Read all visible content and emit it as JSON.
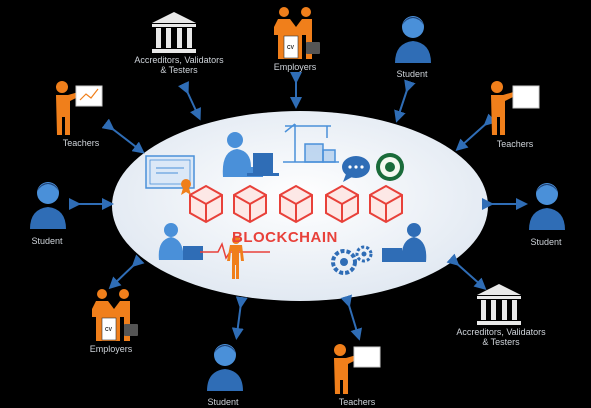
{
  "center": {
    "label": "BLOCKCHAIN"
  },
  "nodes": {
    "accreditors_top": {
      "line1": "Accreditors, Validators",
      "line2": "& Testers"
    },
    "employers_top": {
      "label": "Employers",
      "cv": "CV"
    },
    "student_top_right": {
      "label": "Student"
    },
    "teachers_left": {
      "label": "Teachers"
    },
    "teachers_right": {
      "label": "Teachers"
    },
    "student_left": {
      "label": "Student"
    },
    "student_right": {
      "label": "Student"
    },
    "employers_bottom": {
      "label": "Employers",
      "cv": "CV"
    },
    "student_bottom": {
      "label": "Student"
    },
    "teachers_bottom": {
      "label": "Teachers"
    },
    "accreditors_bottom": {
      "line1": "Accreditors, Validators",
      "line2": "& Testers"
    }
  },
  "colors": {
    "background": "#000000",
    "ellipse": "#eef2f7",
    "blue": "#2f6db6",
    "light_blue": "#4a90d9",
    "orange": "#f07f1b",
    "red": "#e8413a",
    "label": "#cfd4da"
  }
}
